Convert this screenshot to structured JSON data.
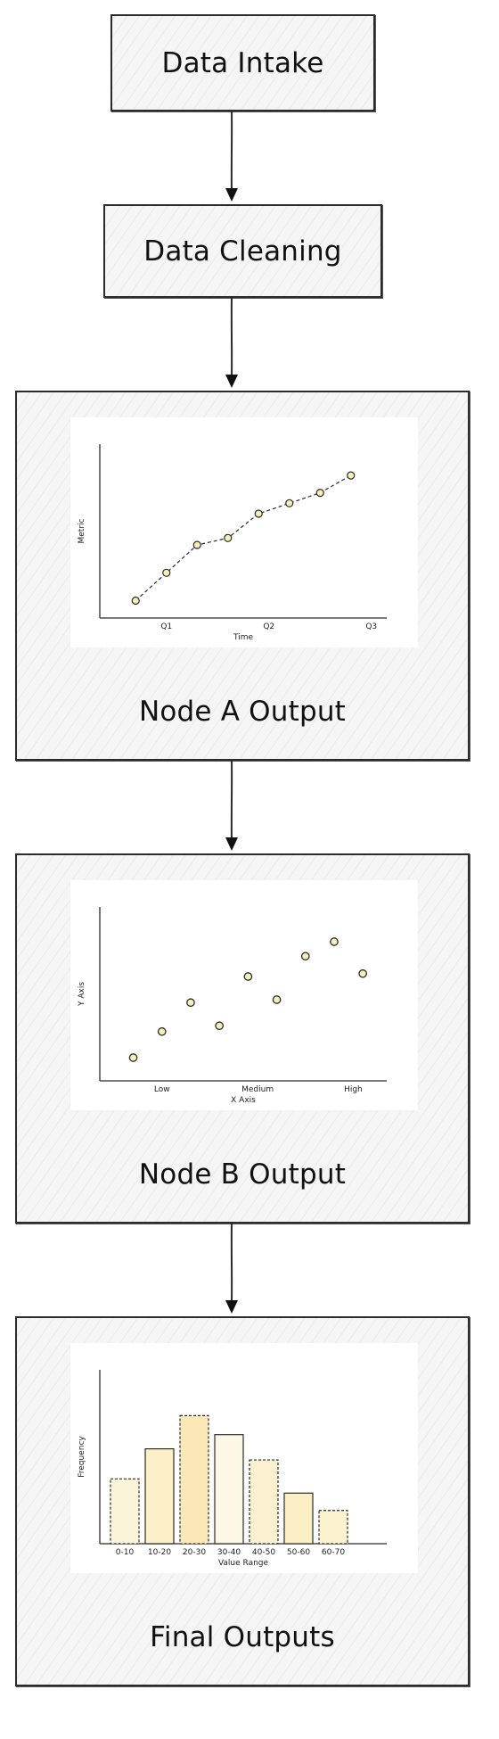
{
  "nodes": {
    "intake": {
      "label": "Data Intake"
    },
    "cleaning": {
      "label": "Data Cleaning"
    },
    "node_a": {
      "label": "Node A Output"
    },
    "node_b": {
      "label": "Node B Output"
    },
    "final": {
      "label": "Final Outputs"
    }
  },
  "colors": {
    "stroke": "#2b2b2b",
    "node_fill": "#f5f5f5",
    "point_fill": "#f7efb8",
    "bar_fill": "#fbefc6"
  },
  "chart_data": [
    {
      "type": "line",
      "title": "",
      "xlabel": "Time",
      "ylabel": "Metric",
      "xticks": [
        "Q1",
        "Q2",
        "Q3"
      ],
      "x": [
        0.7,
        1.0,
        1.3,
        1.6,
        1.9,
        2.2,
        2.5,
        2.8
      ],
      "y": [
        1.0,
        2.6,
        4.2,
        4.6,
        6.0,
        6.6,
        7.2,
        8.2
      ],
      "xlim": [
        0.35,
        3.15
      ],
      "ylim": [
        0,
        10
      ],
      "grid": false
    },
    {
      "type": "scatter",
      "title": "",
      "xlabel": "X Axis",
      "ylabel": "Y Axis",
      "xticks": [
        "Low",
        "Medium",
        "High"
      ],
      "x": [
        0.7,
        1.0,
        1.3,
        1.6,
        1.9,
        2.2,
        2.5,
        2.8,
        3.1
      ],
      "y": [
        1.6,
        3.4,
        5.4,
        3.8,
        7.2,
        5.6,
        8.6,
        9.6,
        7.4
      ],
      "xlim": [
        0.35,
        3.35
      ],
      "ylim": [
        0,
        12
      ],
      "grid": false
    },
    {
      "type": "bar",
      "title": "",
      "xlabel": "Value Range",
      "ylabel": "Frequency",
      "categories": [
        "0-10",
        "10-20",
        "20-30",
        "30-40",
        "40-50",
        "50-60",
        "60-70"
      ],
      "values": [
        4.1,
        6.0,
        8.1,
        6.9,
        5.3,
        3.2,
        2.1
      ],
      "ylim": [
        0,
        11
      ],
      "grid": false
    }
  ]
}
